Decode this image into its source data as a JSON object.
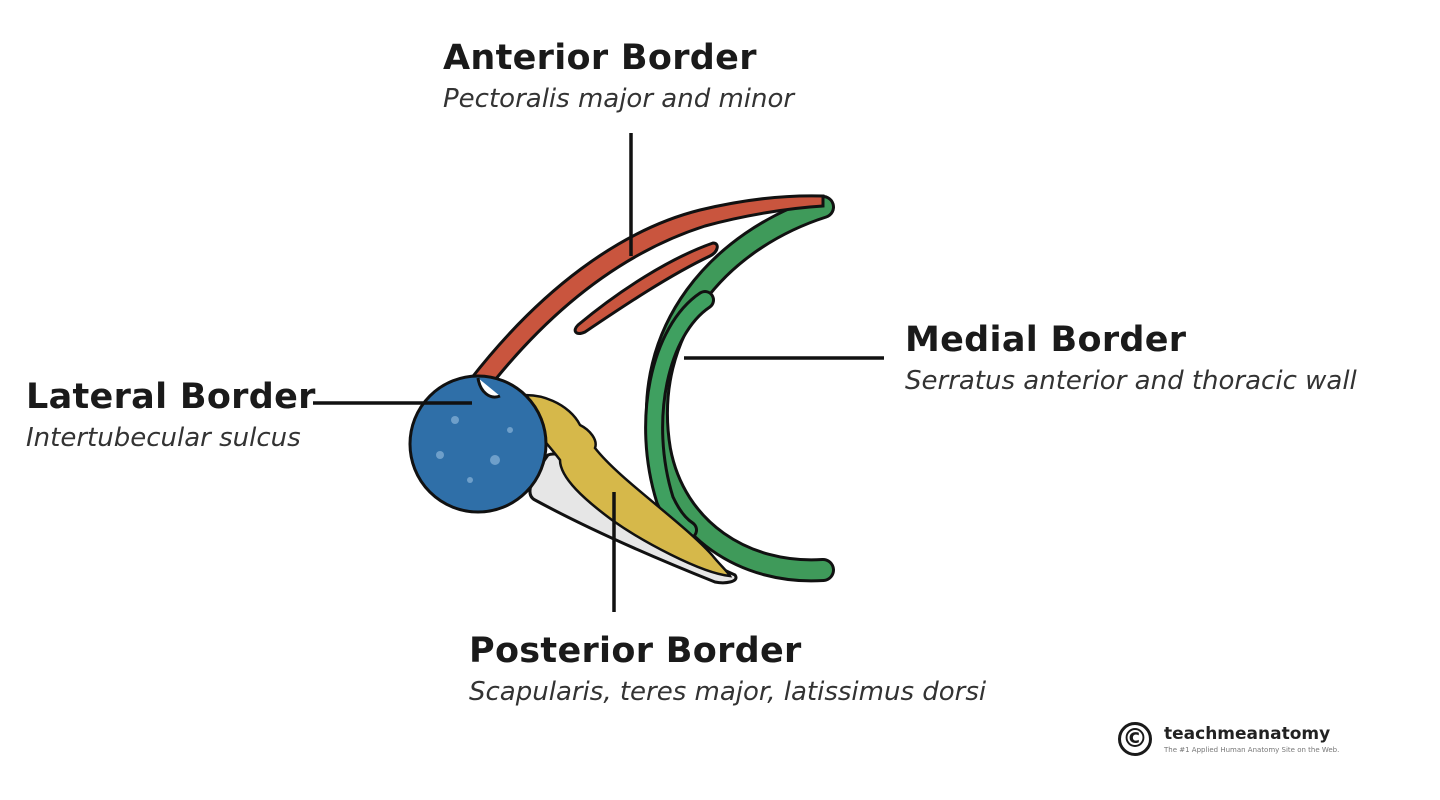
{
  "labels": {
    "anterior": {
      "title": "Anterior Border",
      "subtitle": "Pectoralis major and minor"
    },
    "medial": {
      "title": "Medial Border",
      "subtitle": "Serratus anterior and thoracic wall"
    },
    "lateral": {
      "title": "Lateral Border",
      "subtitle": "Intertubecular sulcus"
    },
    "posterior": {
      "title": "Posterior Border",
      "subtitle": "Scapularis, teres major, latissimus dorsi"
    }
  },
  "logo": {
    "mark": "©",
    "name": "teachmeanatomy",
    "tagline": "The #1 Applied Human Anatomy Site on the Web."
  },
  "colors": {
    "pectoralis": "#c9553e",
    "thoracic_wall": "#3f9a5a",
    "humerus": "#2f6fa8",
    "muscle_posterior": "#d6b84a",
    "scapula": "#e8e8e8",
    "outline": "#111111"
  }
}
